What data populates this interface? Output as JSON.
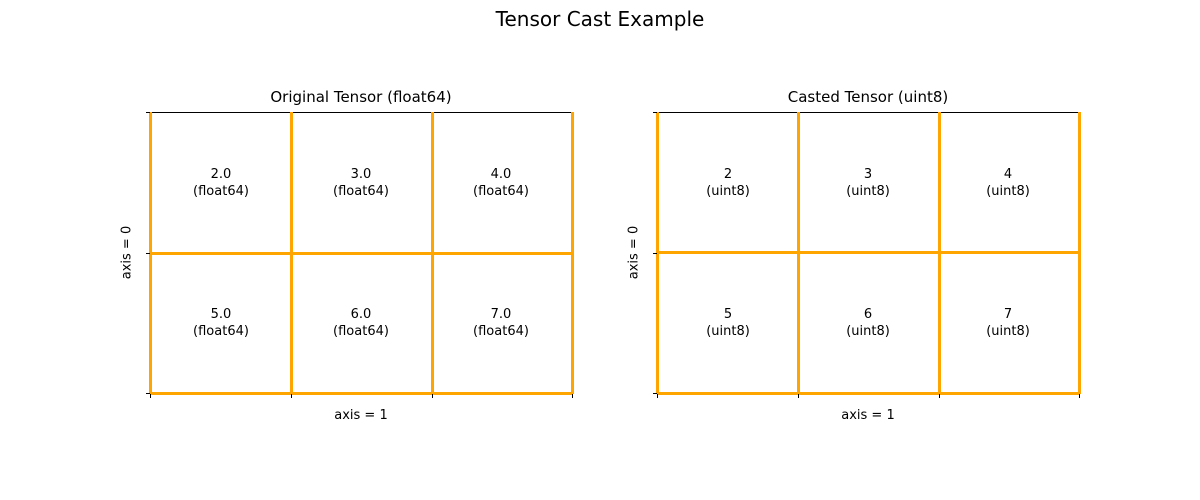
{
  "figure": {
    "title": "Tensor Cast Example"
  },
  "colors": {
    "grid_line": "#ffa500",
    "axes_border": "#000000",
    "background": "#ffffff"
  },
  "panels": [
    {
      "title": "Original Tensor (float64)",
      "xlabel": "axis = 1",
      "ylabel": "axis = 0",
      "rows": [
        [
          {
            "value": "2.0",
            "dtype": "(float64)"
          },
          {
            "value": "3.0",
            "dtype": "(float64)"
          },
          {
            "value": "4.0",
            "dtype": "(float64)"
          }
        ],
        [
          {
            "value": "5.0",
            "dtype": "(float64)"
          },
          {
            "value": "6.0",
            "dtype": "(float64)"
          },
          {
            "value": "7.0",
            "dtype": "(float64)"
          }
        ]
      ]
    },
    {
      "title": "Casted Tensor (uint8)",
      "xlabel": "axis = 1",
      "ylabel": "axis = 0",
      "rows": [
        [
          {
            "value": "2",
            "dtype": "(uint8)"
          },
          {
            "value": "3",
            "dtype": "(uint8)"
          },
          {
            "value": "4",
            "dtype": "(uint8)"
          }
        ],
        [
          {
            "value": "5",
            "dtype": "(uint8)"
          },
          {
            "value": "6",
            "dtype": "(uint8)"
          },
          {
            "value": "7",
            "dtype": "(uint8)"
          }
        ]
      ]
    }
  ]
}
